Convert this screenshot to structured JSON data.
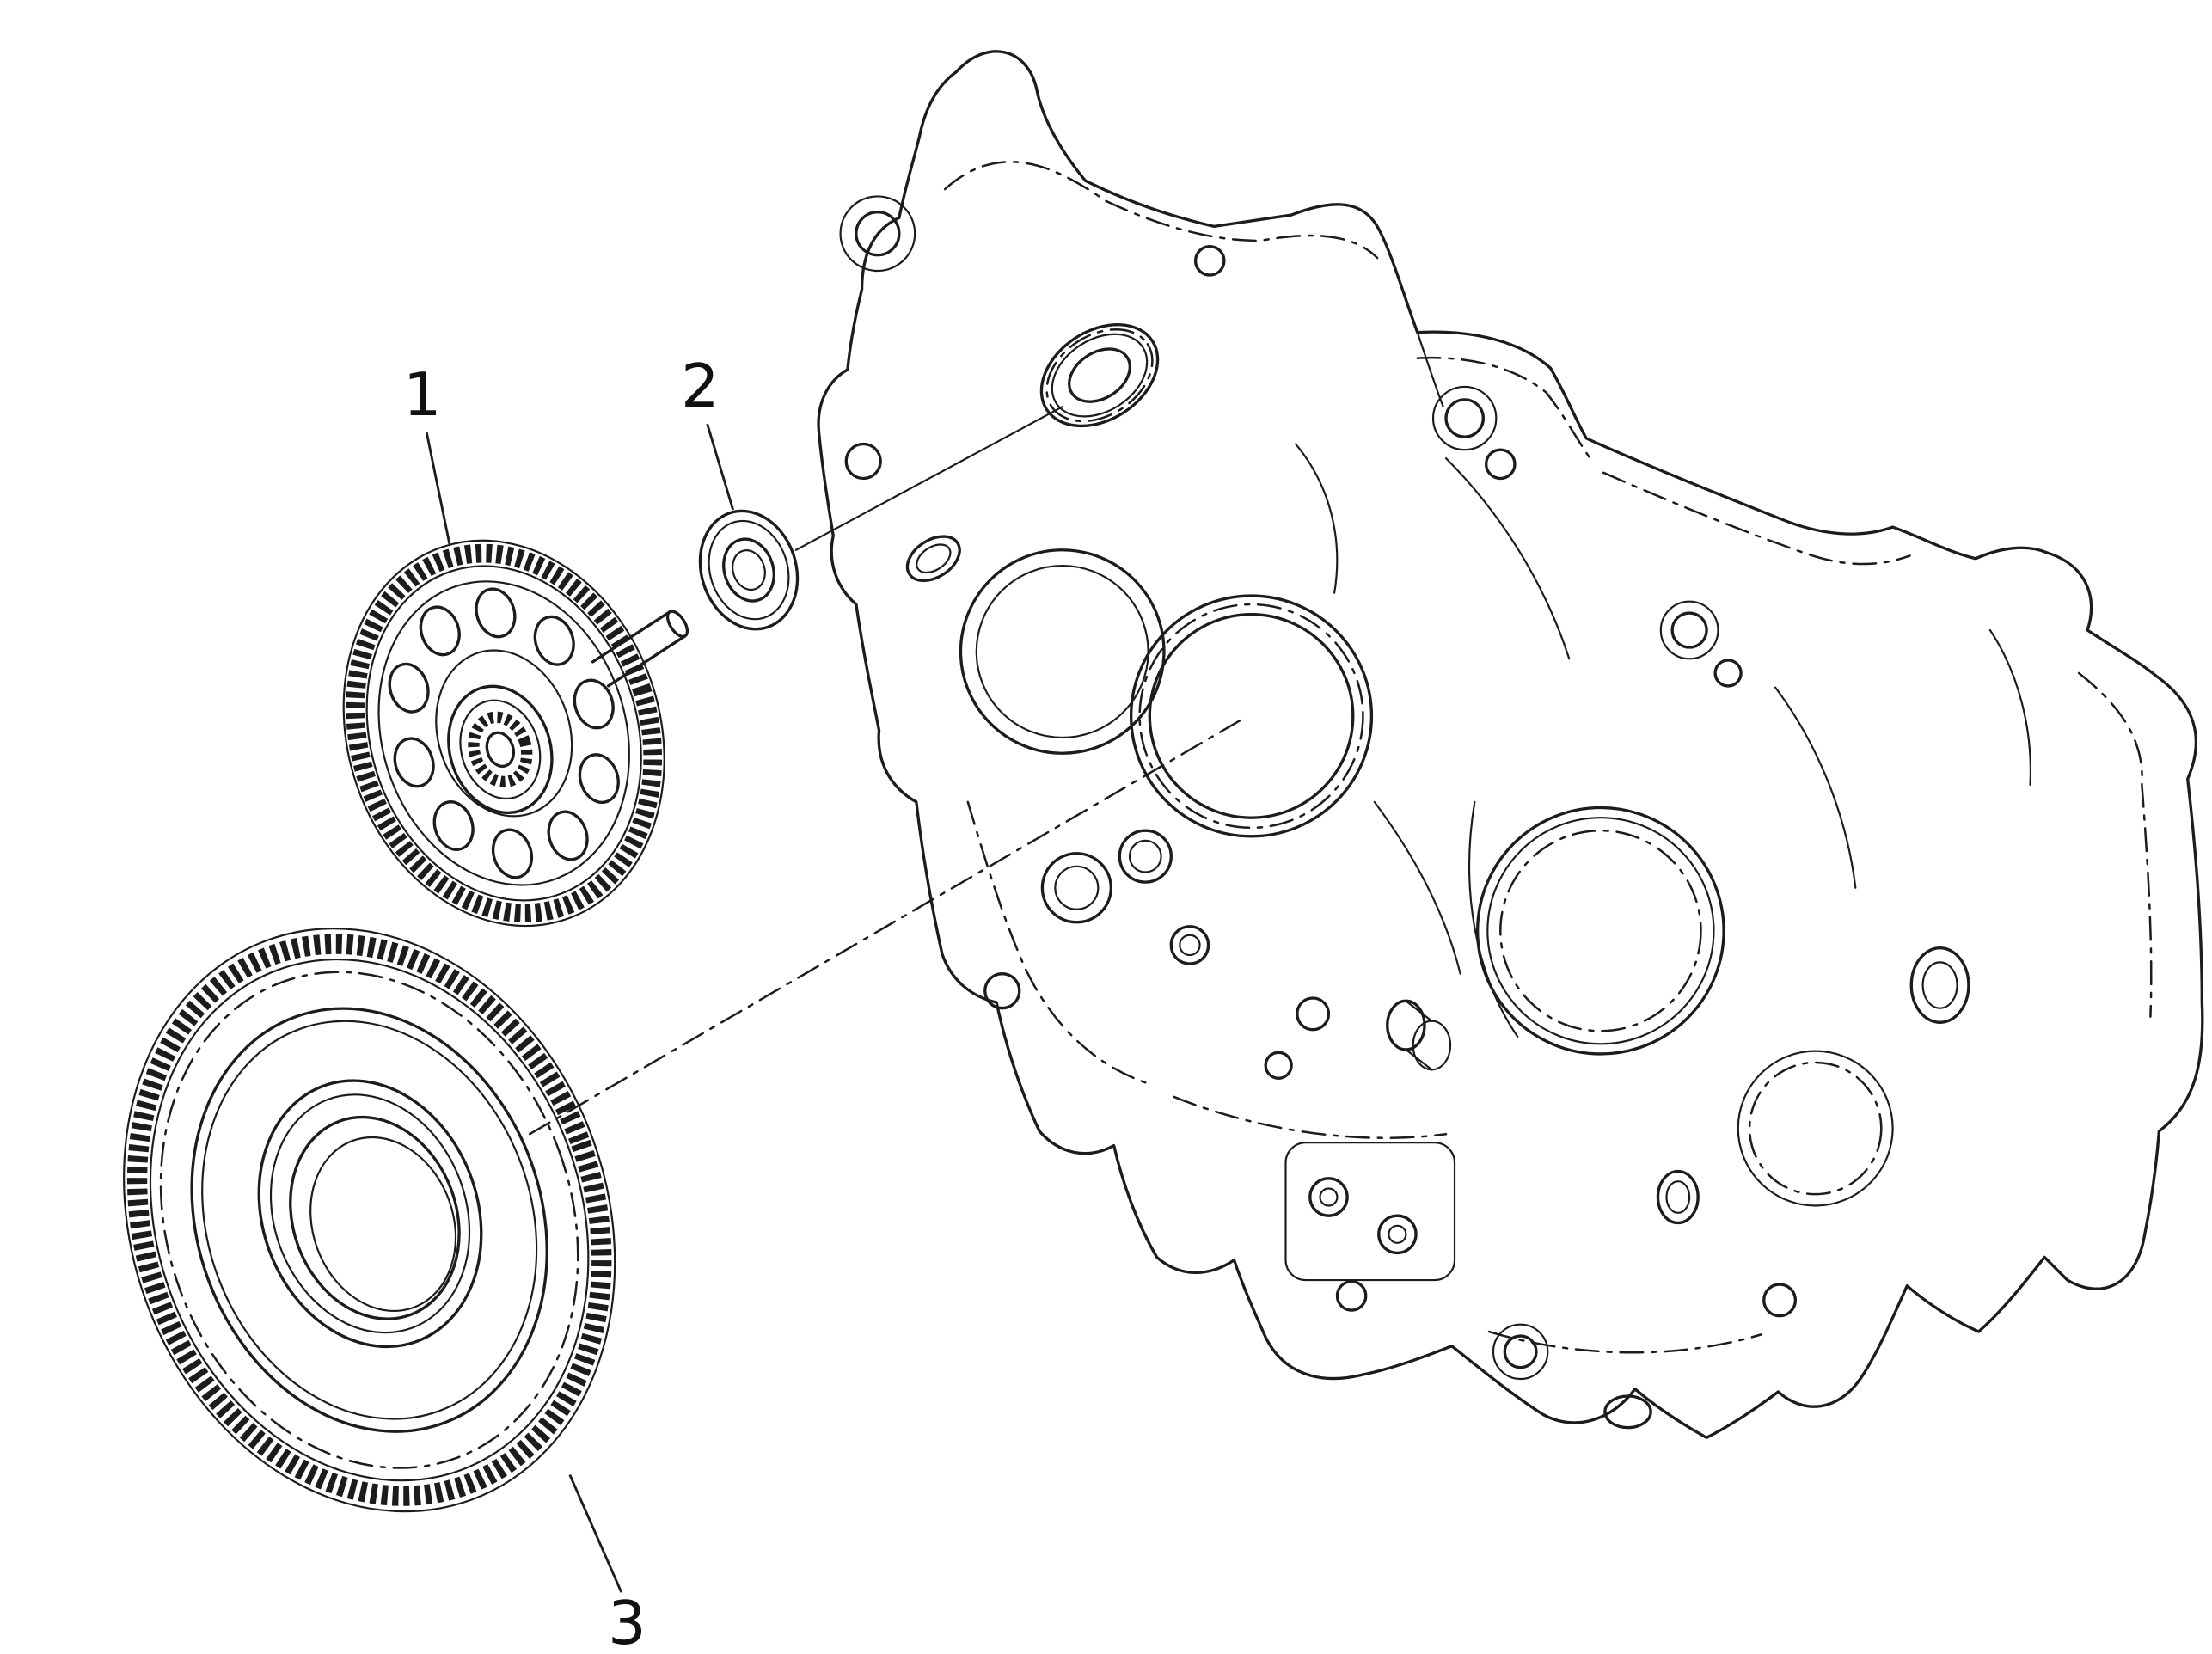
{
  "page": {
    "background": "#ffffff",
    "line_color": "#1c1c1c"
  },
  "diagram": {
    "type": "exploded-parts-diagram",
    "callouts": [
      {
        "label": "1",
        "part": "starter-clutch-gear"
      },
      {
        "label": "2",
        "part": "bearing"
      },
      {
        "label": "3",
        "part": "flywheel-ring-gear"
      }
    ]
  }
}
